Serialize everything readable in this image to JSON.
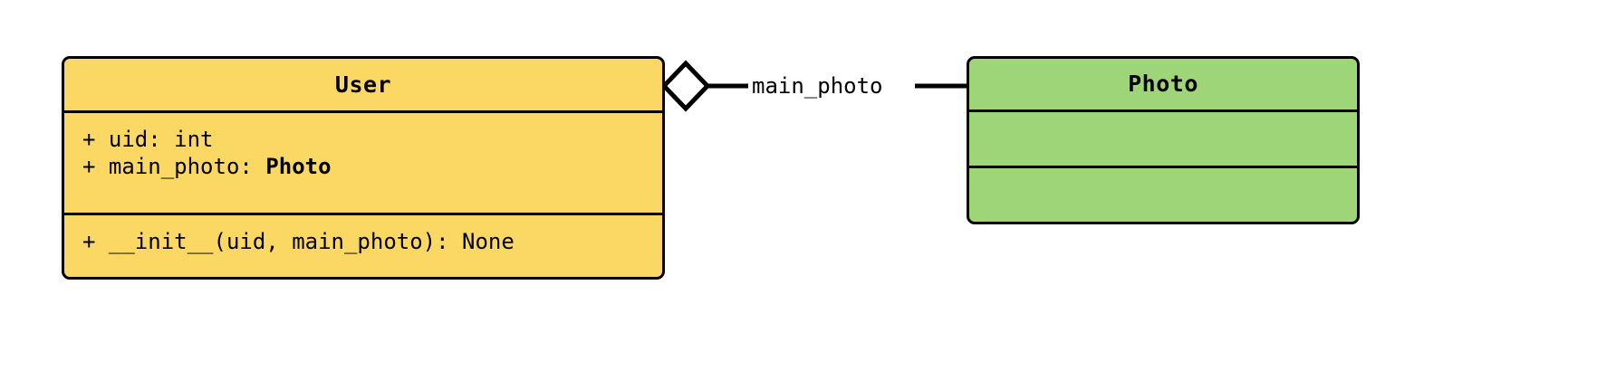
{
  "diagram": {
    "kind": "uml-class-diagram",
    "background_color": "#ffffff",
    "line_color": "#000000"
  },
  "classes": [
    {
      "id": "user",
      "name": "User",
      "fill_color": "#FBD764",
      "border_color": "#000000",
      "attributes": [
        {
          "visibility": "+",
          "text": "+ uid: int",
          "name": "uid",
          "type": "int",
          "type_is_class": false
        },
        {
          "visibility": "+",
          "text": "+ main_photo: ",
          "name": "main_photo",
          "type": "Photo",
          "type_is_class": true
        }
      ],
      "methods": [
        {
          "visibility": "+",
          "text": "+ __init__(uid, main_photo): None",
          "name": "__init__",
          "params": "uid, main_photo",
          "returns": "None"
        }
      ]
    },
    {
      "id": "photo",
      "name": "Photo",
      "fill_color": "#9DD578",
      "border_color": "#000000",
      "attributes": [],
      "methods": []
    }
  ],
  "relationships": [
    {
      "id": "user-has-main-photo",
      "type": "aggregation",
      "source": "User",
      "target": "Photo",
      "label": "main_photo",
      "source_marker": "hollow-diamond",
      "target_marker": "none"
    }
  ]
}
